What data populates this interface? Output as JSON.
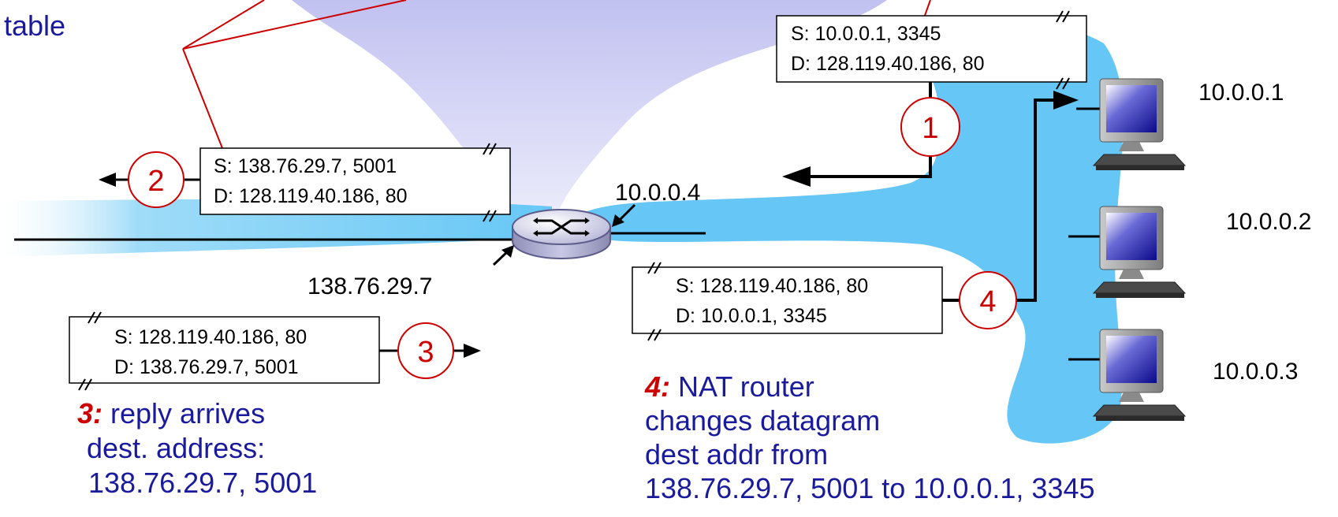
{
  "annotation_top_left": "table",
  "packets": {
    "p1": {
      "src": "S: 10.0.0.1, 3345",
      "dst": "D: 128.119.40.186, 80"
    },
    "p2": {
      "src": "S: 138.76.29.7, 5001",
      "dst": "D: 128.119.40.186, 80"
    },
    "p3": {
      "src": "S: 128.119.40.186, 80",
      "dst": "D: 138.76.29.7, 5001"
    },
    "p4": {
      "src": "S: 128.119.40.186, 80",
      "dst": "D: 10.0.0.1, 3345"
    }
  },
  "steps": [
    "1",
    "2",
    "3",
    "4"
  ],
  "router": {
    "lan_addr": "10.0.0.4",
    "wan_addr": "138.76.29.7"
  },
  "hosts": [
    {
      "addr": "10.0.0.1"
    },
    {
      "addr": "10.0.0.2"
    },
    {
      "addr": "10.0.0.3"
    }
  ],
  "note3": {
    "num": "3:",
    "lines": [
      "reply arrives",
      "dest. address:",
      "138.76.29.7, 5001"
    ]
  },
  "note4": {
    "num": "4:",
    "lines": [
      "NAT router",
      "changes datagram",
      "dest addr from",
      "138.76.29.7, 5001 to 10.0.0.1, 3345"
    ]
  },
  "colors": {
    "lan": "#66c7f6",
    "annotation": "#1a1a9c",
    "step": "#cc0000",
    "funnel": "#c9c9f2"
  }
}
